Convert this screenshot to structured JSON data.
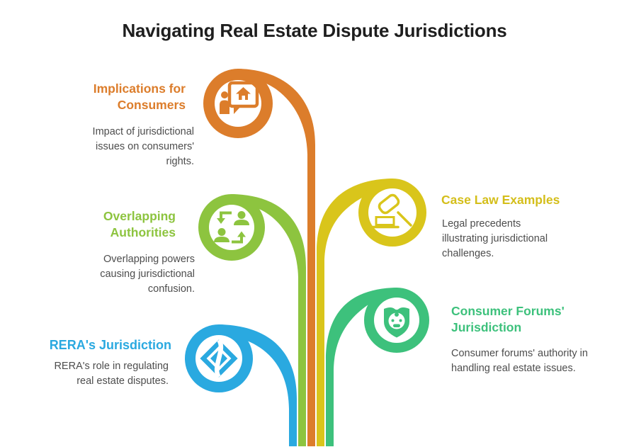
{
  "title": "Navigating Real Estate Dispute Jurisdictions",
  "colors": {
    "orange": "#dc7d2b",
    "lime": "#8dc43f",
    "blue": "#2aa9e0",
    "yellow": "#d9c51b",
    "green": "#3dc17c",
    "heading": "#1e1e1e",
    "body_text": "#4d4d4d",
    "icon_background": "#ffffff"
  },
  "nodes": [
    {
      "id": "implications-for-consumers",
      "title": "Implications for Consumers",
      "description": "Impact of jurisdictional issues on consumers' rights.",
      "color": "#dc7d2b",
      "icon": "person-presenting-house-icon",
      "side": "left"
    },
    {
      "id": "overlapping-authorities",
      "title": "Overlapping Authorities",
      "description": "Overlapping powers causing jurisdictional confusion.",
      "color": "#8dc43f",
      "icon": "people-exchange-icon",
      "side": "left"
    },
    {
      "id": "reras-jurisdiction",
      "title": "RERA's Jurisdiction",
      "description": "RERA's role in regulating real estate disputes.",
      "color": "#2aa9e0",
      "icon": "diamond-emblem-icon",
      "side": "left"
    },
    {
      "id": "case-law-examples",
      "title": "Case Law Examples",
      "description": "Legal precedents illustrating jurisdictional challenges.",
      "color": "#d9c51b",
      "icon": "gavel-icon",
      "side": "right"
    },
    {
      "id": "consumer-forums-jurisdiction",
      "title": "Consumer Forums' Jurisdiction",
      "description": "Consumer forums' authority in handling real estate issues.",
      "color": "#3dc17c",
      "icon": "shield-face-icon",
      "side": "right"
    }
  ]
}
